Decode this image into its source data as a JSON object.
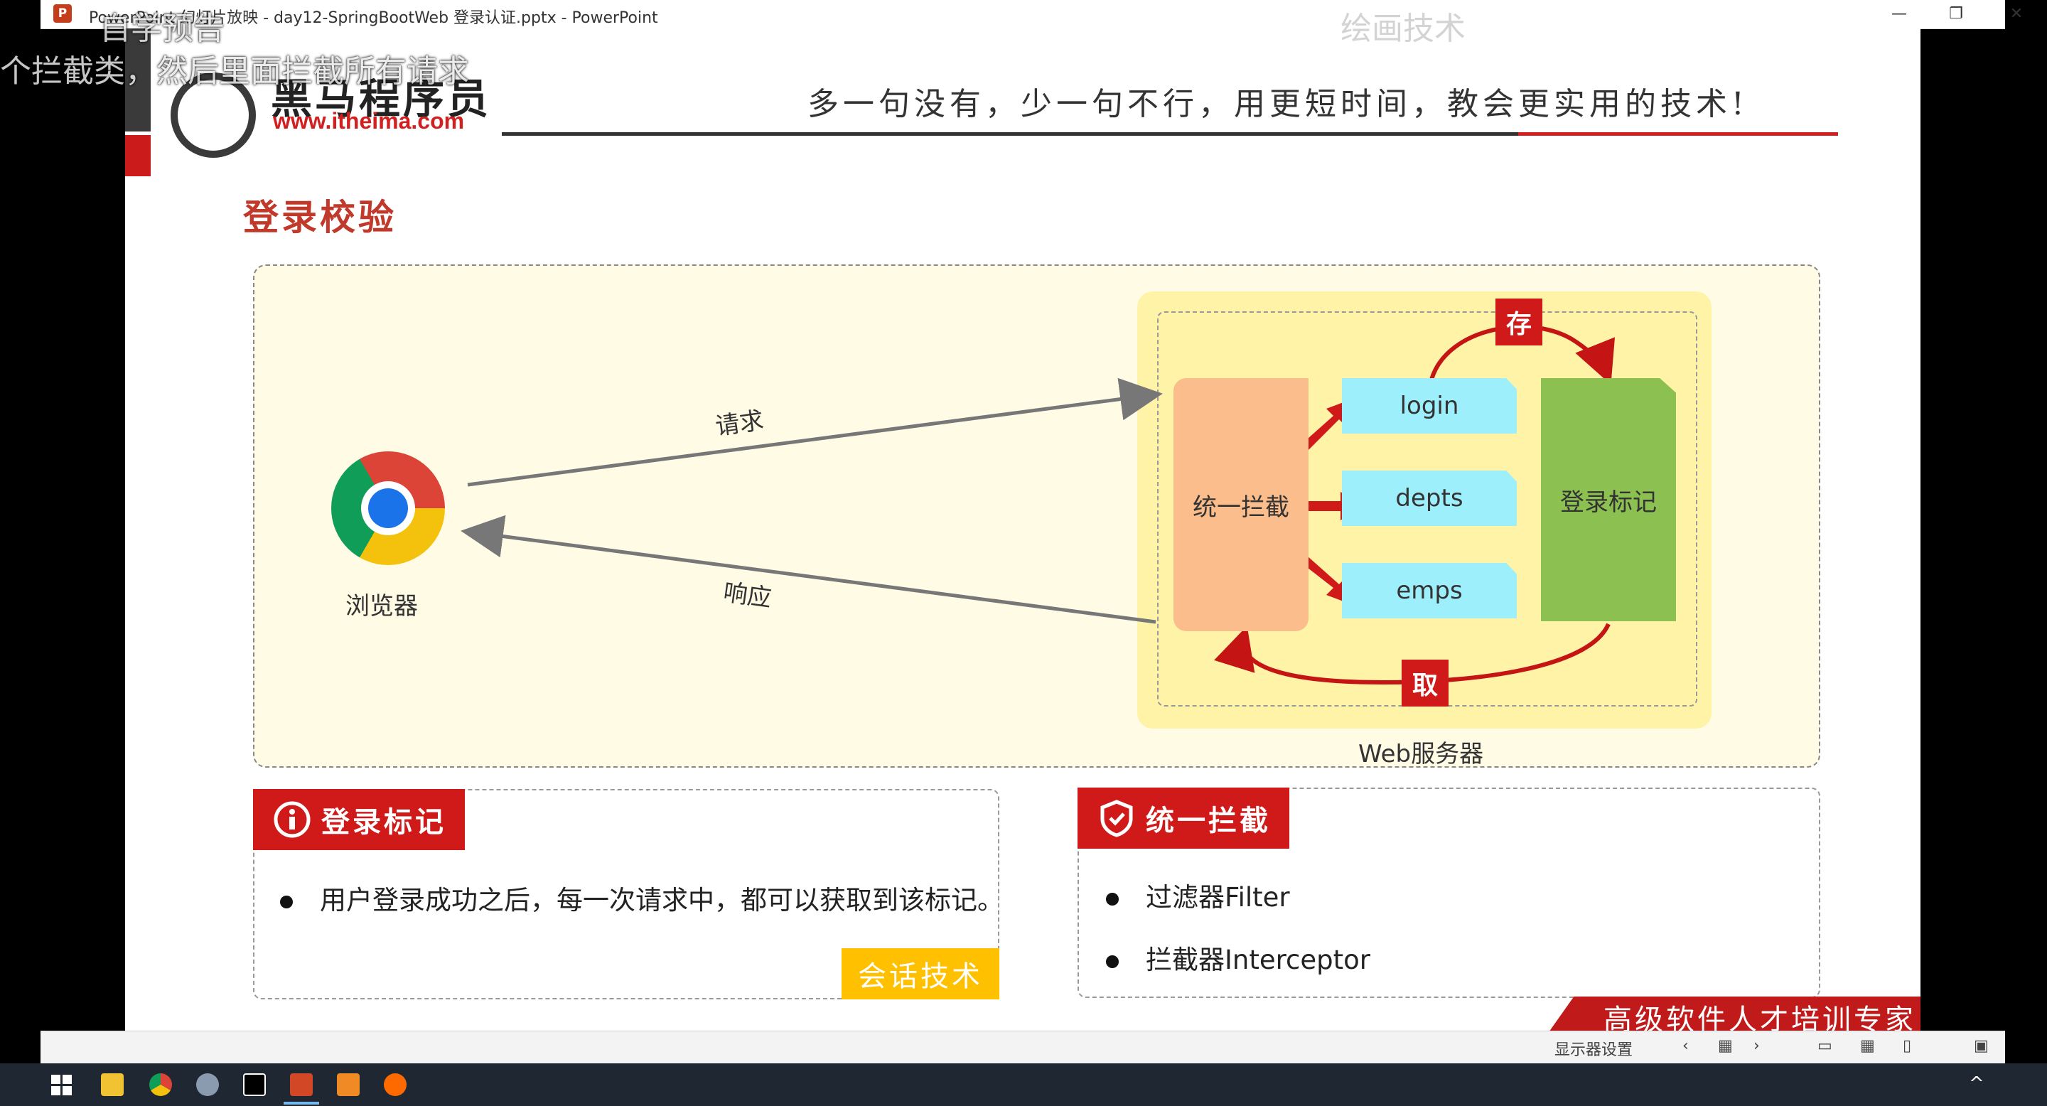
{
  "window": {
    "app_icon_letter": "P",
    "title": "PowerPoint 幻灯片放映 - day12-SpringBootWeb 登录认证.pptx - PowerPoint",
    "minimize": "—",
    "restore": "❐",
    "close": "✕"
  },
  "overlays": {
    "top_left_caption": "自学预告",
    "left_caption": "个拦截类，然后里面拦截所有请求",
    "top_center_caption": "绘画技术"
  },
  "slide": {
    "logo_text": "黑马程序员",
    "logo_url": "www.itheima.com",
    "slogan": "多一句没有，少一句不行，用更短时间，教会更实用的技术!",
    "section_title": "登录校验",
    "diagram": {
      "browser_label": "浏览器",
      "request_label": "请求",
      "response_label": "响应",
      "interceptor_label": "统一拦截",
      "endpoints": [
        "login",
        "depts",
        "emps"
      ],
      "login_flag_label": "登录标记",
      "store_tag": "存",
      "fetch_tag": "取",
      "server_label": "Web服务器"
    },
    "panel_left": {
      "heading": "登录标记",
      "bullet": "用户登录成功之后，每一次请求中，都可以获取到该标记。",
      "badge": "会话技术"
    },
    "panel_right": {
      "heading": "统一拦截",
      "bullets": [
        "过滤器Filter",
        "拦截器Interceptor"
      ]
    },
    "footer_slogan": "高级软件人才培训专家"
  },
  "statusbar": {
    "display_settings": "显示器设置"
  },
  "colors": {
    "accent_red": "#d01919",
    "interceptor": "#fbbd8c",
    "endpoint": "#9eeffc",
    "flag": "#8cc152",
    "session_badge": "#ffc000"
  }
}
